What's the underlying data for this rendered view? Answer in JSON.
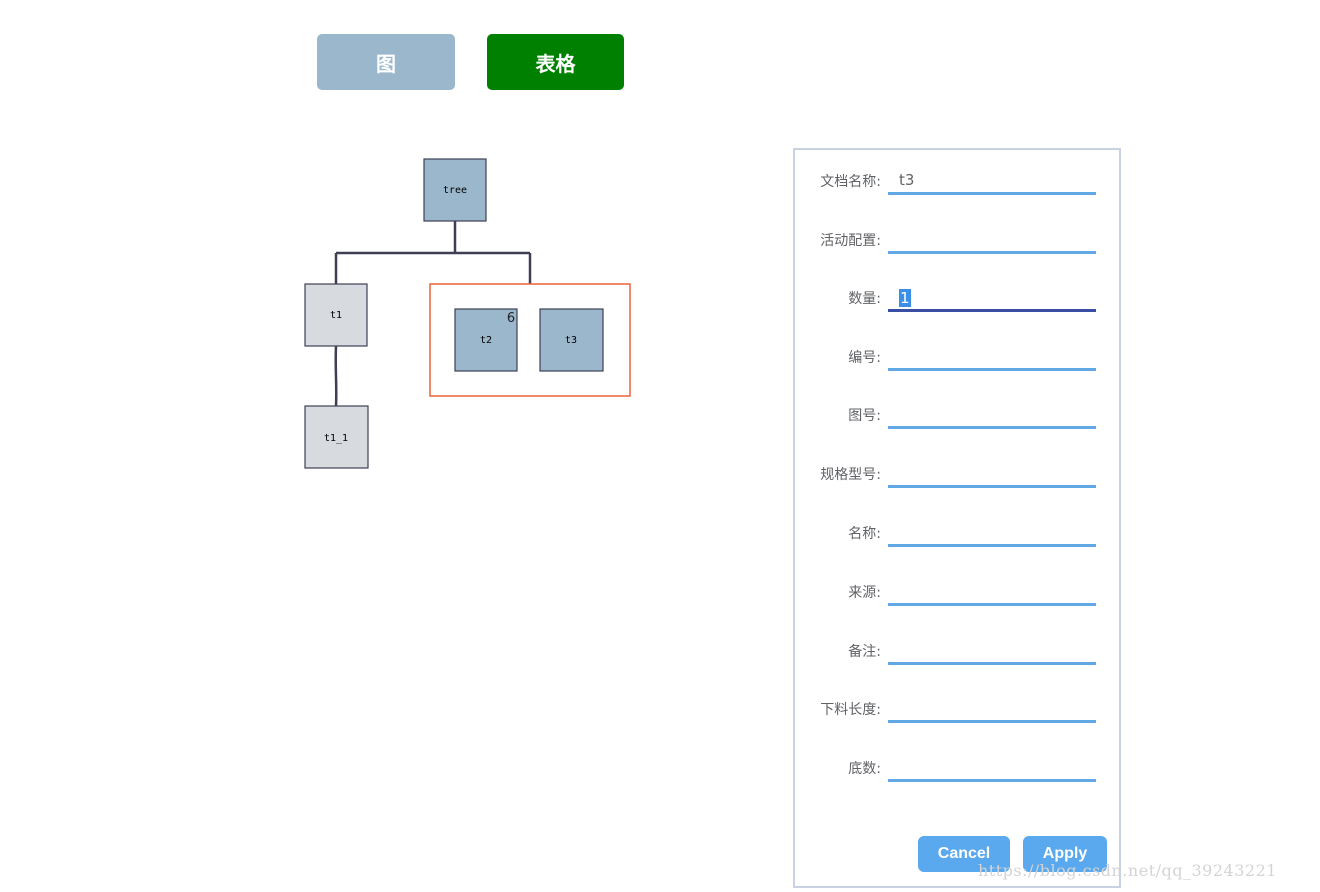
{
  "toolbar": {
    "graph_label": "图",
    "table_label": "表格"
  },
  "diagram": {
    "nodes": {
      "root": "tree",
      "t1": "t1",
      "t1_1": "t1_1",
      "t2": "t2",
      "t3": "t3"
    },
    "t2_badge": "6"
  },
  "form": {
    "fields": [
      {
        "label": "文档名称:",
        "value": "t3"
      },
      {
        "label": "活动配置:",
        "value": ""
      },
      {
        "label": "数量:",
        "value": "1"
      },
      {
        "label": "编号:",
        "value": ""
      },
      {
        "label": "图号:",
        "value": ""
      },
      {
        "label": "规格型号:",
        "value": ""
      },
      {
        "label": "名称:",
        "value": ""
      },
      {
        "label": "来源:",
        "value": ""
      },
      {
        "label": "备注:",
        "value": ""
      },
      {
        "label": "下料长度:",
        "value": ""
      },
      {
        "label": "底数:",
        "value": ""
      }
    ],
    "cancel_label": "Cancel",
    "apply_label": "Apply"
  },
  "watermark": "https://blog.csdn.net/qq_39243221",
  "colors": {
    "graph_button": "#9bb7cc",
    "table_button": "#008000",
    "node_blue": "#9bb7cc",
    "node_gray": "#d7dade",
    "selection_box": "#e8623c",
    "input_underline": "#62a8e5",
    "action_button": "#5aa9ee"
  }
}
